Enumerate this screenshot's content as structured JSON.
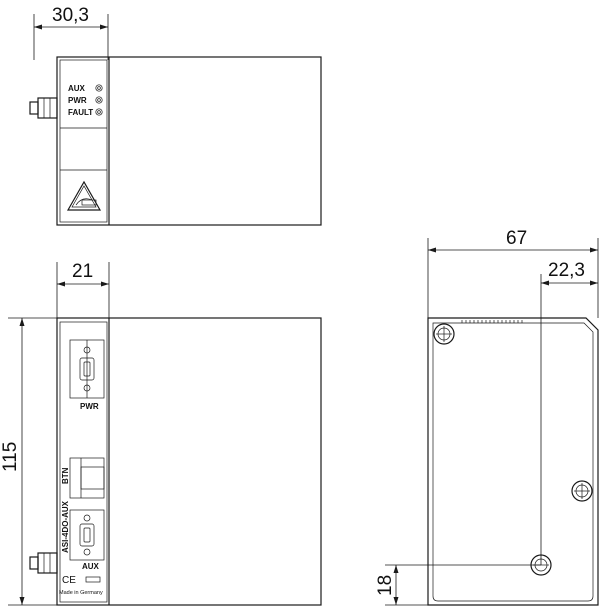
{
  "dimensions": {
    "top_width": "30,3",
    "front_width": "21",
    "front_height": "115",
    "side_width": "67",
    "side_offset": "22,3",
    "side_bottom": "18"
  },
  "top_view": {
    "led_aux": "AUX",
    "led_pwr": "PWR",
    "led_fault": "FAULT"
  },
  "front_view": {
    "pwr_label": "PWR",
    "btn_label": "BTN",
    "model_label": "ASI-4DO-AUX",
    "aux_label": "AUX",
    "ce_mark": "CE",
    "made_in": "Made in Germany"
  }
}
